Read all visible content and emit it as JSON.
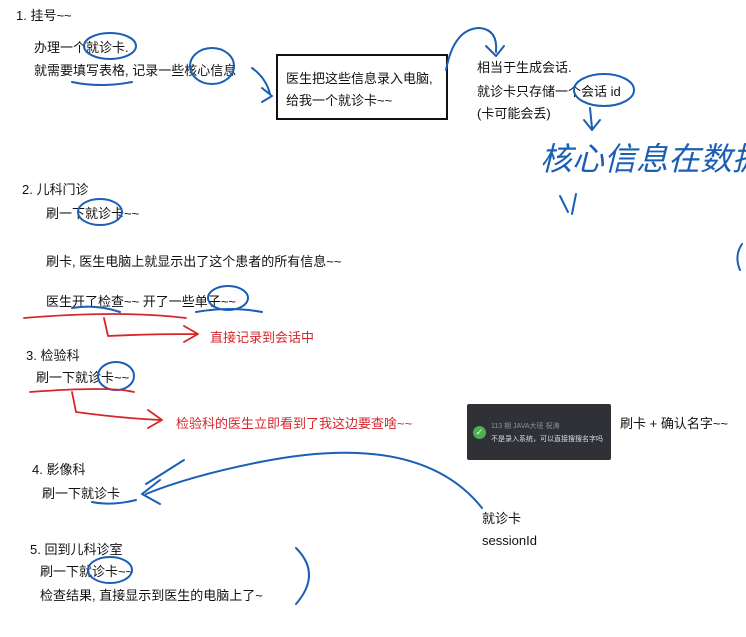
{
  "section1": {
    "heading": "1. 挂号~~",
    "line1": "办理一个就诊卡.",
    "line2": "就需要填写表格, 记录一些核心信息"
  },
  "box": {
    "line1": "医生把这些信息录入电脑,",
    "line2": "给我一个就诊卡~~"
  },
  "session_note": {
    "line1": "相当于生成会话.",
    "line2": "就诊卡只存储一个会话 id",
    "line3": "(卡可能会丢)"
  },
  "handwriting": "核心信息在数据库",
  "section2": {
    "heading": "2.  儿科门诊",
    "swipe": "刷一下就诊卡~~",
    "info": "刷卡, 医生电脑上就显示出了这个患者的所有信息~~",
    "exam": "医生开了检查~~ 开了一些单子~~",
    "red_note": "直接记录到会话中"
  },
  "section3": {
    "heading": "3. 检验科",
    "swipe": "刷一下就诊卡~~",
    "red_note": "检验科的医生立即看到了我这边要查啥~~"
  },
  "chat_popup": {
    "title": "113 期 JAVA大班 祝涛",
    "message": "不是录入系统，可以直接搜搜名字吗"
  },
  "confirm_note": "刷卡 + 确认名字~~",
  "section4": {
    "heading": "4. 影像科",
    "swipe": "刷一下就诊卡"
  },
  "card_label": {
    "line1": "就诊卡",
    "line2": "sessionId"
  },
  "section5": {
    "heading": "5. 回到儿科诊室",
    "swipe": "刷一下就诊卡~~",
    "result": "检查结果, 直接显示到医生的电脑上了~"
  },
  "colors": {
    "blue_ink": "#1a5fb4",
    "red_ink": "#d6262b",
    "text": "#111111"
  }
}
